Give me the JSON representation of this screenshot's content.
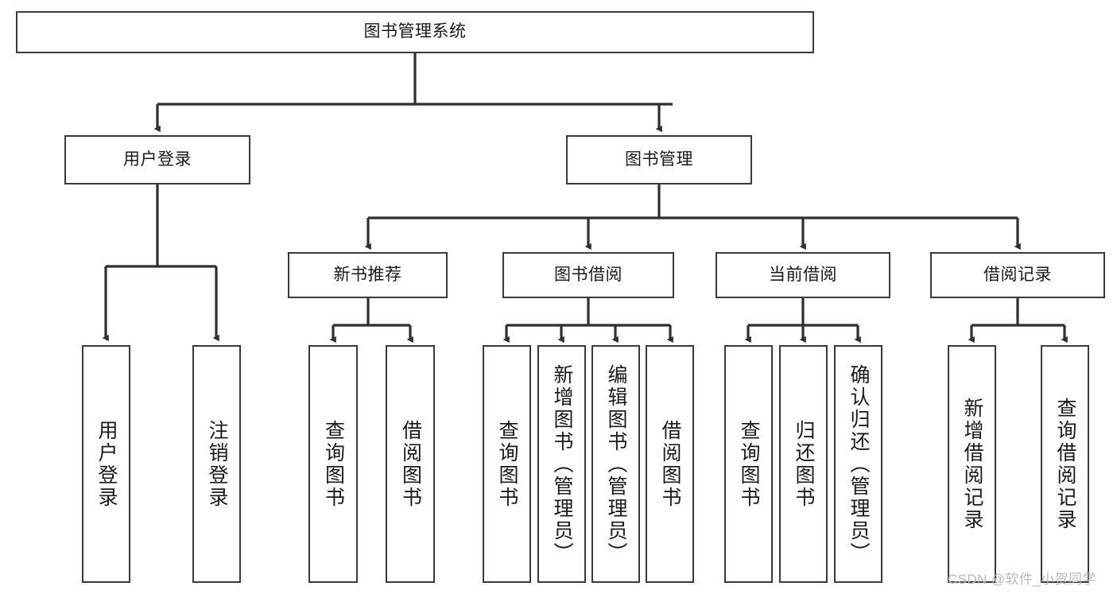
{
  "diagram": {
    "type": "hierarchy-tree",
    "title": "图书管理系统",
    "orientation": "top-down",
    "colors": {
      "box_border": "#3a3a3a",
      "box_fill": "#ffffff",
      "edge": "#2f2f2f",
      "text": "#1a1a1a",
      "watermark": "#b9b9b9",
      "background": "#ffffff"
    }
  },
  "root": {
    "label": "图书管理系统"
  },
  "level1": [
    {
      "label": "用户登录"
    },
    {
      "label": "图书管理"
    }
  ],
  "level2": [
    {
      "label": "新书推荐"
    },
    {
      "label": "图书借阅"
    },
    {
      "label": "当前借阅"
    },
    {
      "label": "借阅记录"
    }
  ],
  "leaves": {
    "user_login": [
      {
        "label": "用户登录"
      },
      {
        "label": "注销登录"
      }
    ],
    "new_book_recommend": [
      {
        "label": "查询图书"
      },
      {
        "label": "借阅图书"
      }
    ],
    "book_borrow": [
      {
        "label": "查询图书"
      },
      {
        "label": "新增图书（管理员）"
      },
      {
        "label": "编辑图书（管理员）"
      },
      {
        "label": "借阅图书"
      }
    ],
    "current_borrow": [
      {
        "label": "查询图书"
      },
      {
        "label": "归还图书"
      },
      {
        "label": "确认归还（管理员）"
      }
    ],
    "borrow_record": [
      {
        "label": "新增借阅记录"
      },
      {
        "label": "查询借阅记录"
      }
    ]
  },
  "watermark": {
    "text": "CSDN @软件_小贺同学"
  }
}
